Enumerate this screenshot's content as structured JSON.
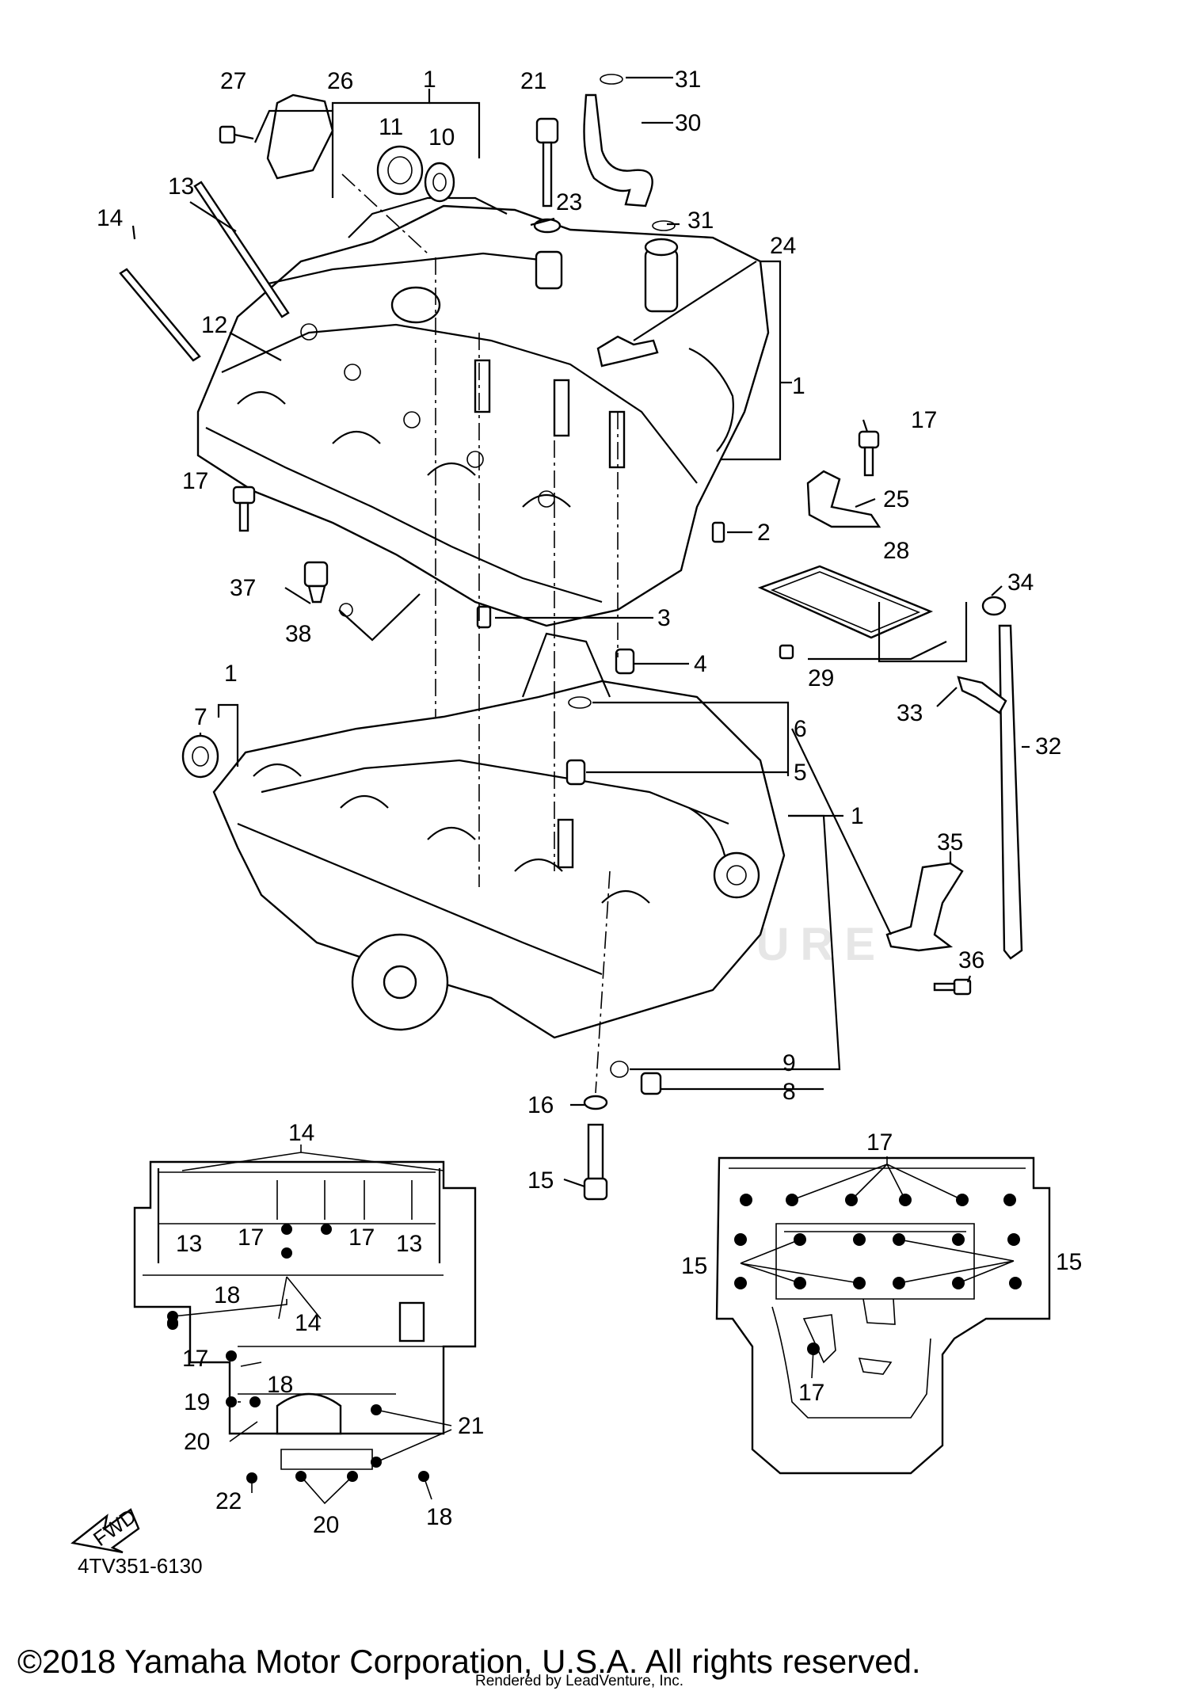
{
  "diagram": {
    "part_code": "4TV351-6130",
    "fwd_label": "FWD",
    "watermark": "LEADVENTURE",
    "copyright": "©2018 Yamaha Motor Corporation, U.S.A. All rights reserved.",
    "rendered_by": "Rendered by LeadVenture, Inc."
  },
  "callouts": [
    {
      "id": "c1a",
      "text": "1"
    },
    {
      "id": "c1b",
      "text": "1"
    },
    {
      "id": "c1c",
      "text": "1"
    },
    {
      "id": "c1d",
      "text": "1"
    },
    {
      "id": "c2",
      "text": "2"
    },
    {
      "id": "c3",
      "text": "3"
    },
    {
      "id": "c4",
      "text": "4"
    },
    {
      "id": "c5",
      "text": "5"
    },
    {
      "id": "c6",
      "text": "6"
    },
    {
      "id": "c7",
      "text": "7"
    },
    {
      "id": "c8",
      "text": "8"
    },
    {
      "id": "c9",
      "text": "9"
    },
    {
      "id": "c10",
      "text": "10"
    },
    {
      "id": "c11",
      "text": "11"
    },
    {
      "id": "c12",
      "text": "12"
    },
    {
      "id": "c13",
      "text": "13"
    },
    {
      "id": "c14",
      "text": "14"
    },
    {
      "id": "c15",
      "text": "15"
    },
    {
      "id": "c16",
      "text": "16"
    },
    {
      "id": "c17a",
      "text": "17"
    },
    {
      "id": "c17b",
      "text": "17"
    },
    {
      "id": "c21",
      "text": "21"
    },
    {
      "id": "c23",
      "text": "23"
    },
    {
      "id": "c24",
      "text": "24"
    },
    {
      "id": "c25",
      "text": "25"
    },
    {
      "id": "c26",
      "text": "26"
    },
    {
      "id": "c27",
      "text": "27"
    },
    {
      "id": "c28",
      "text": "28"
    },
    {
      "id": "c29",
      "text": "29"
    },
    {
      "id": "c30",
      "text": "30"
    },
    {
      "id": "c31a",
      "text": "31"
    },
    {
      "id": "c31b",
      "text": "31"
    },
    {
      "id": "c32",
      "text": "32"
    },
    {
      "id": "c33",
      "text": "33"
    },
    {
      "id": "c34",
      "text": "34"
    },
    {
      "id": "c35",
      "text": "35"
    },
    {
      "id": "c36",
      "text": "36"
    },
    {
      "id": "c37",
      "text": "37"
    },
    {
      "id": "c38",
      "text": "38"
    }
  ],
  "left_view_callouts": [
    {
      "id": "l14a",
      "text": "14"
    },
    {
      "id": "l13a",
      "text": "13"
    },
    {
      "id": "l17a",
      "text": "17"
    },
    {
      "id": "l17b",
      "text": "17"
    },
    {
      "id": "l13b",
      "text": "13"
    },
    {
      "id": "l18a",
      "text": "18"
    },
    {
      "id": "l14b",
      "text": "14"
    },
    {
      "id": "l17c",
      "text": "17"
    },
    {
      "id": "l18b",
      "text": "18"
    },
    {
      "id": "l19",
      "text": "19"
    },
    {
      "id": "l20a",
      "text": "20"
    },
    {
      "id": "l21",
      "text": "21"
    },
    {
      "id": "l22",
      "text": "22"
    },
    {
      "id": "l20b",
      "text": "20"
    },
    {
      "id": "l18c",
      "text": "18"
    }
  ],
  "right_view_callouts": [
    {
      "id": "r17a",
      "text": "17"
    },
    {
      "id": "r15a",
      "text": "15"
    },
    {
      "id": "r15b",
      "text": "15"
    },
    {
      "id": "r17b",
      "text": "17"
    }
  ]
}
